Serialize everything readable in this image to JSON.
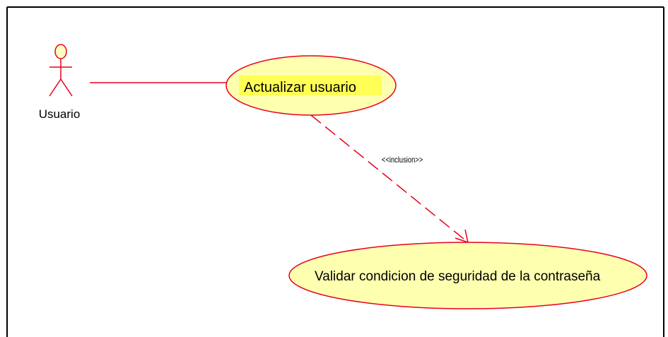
{
  "diagram": {
    "actor": {
      "name": "Usuario"
    },
    "use_cases": [
      {
        "label": "Actualizar usuario"
      },
      {
        "label": "Validar condicion de seguridad de la contraseña"
      }
    ],
    "relationship": {
      "stereotype": "<<inclusion>>"
    },
    "colors": {
      "line": "#e8001c",
      "use_case_fill": "#ffffb0",
      "actor_head_fill": "#ffffc0",
      "label_highlight": "#ffff55",
      "frame": "#000000"
    }
  }
}
